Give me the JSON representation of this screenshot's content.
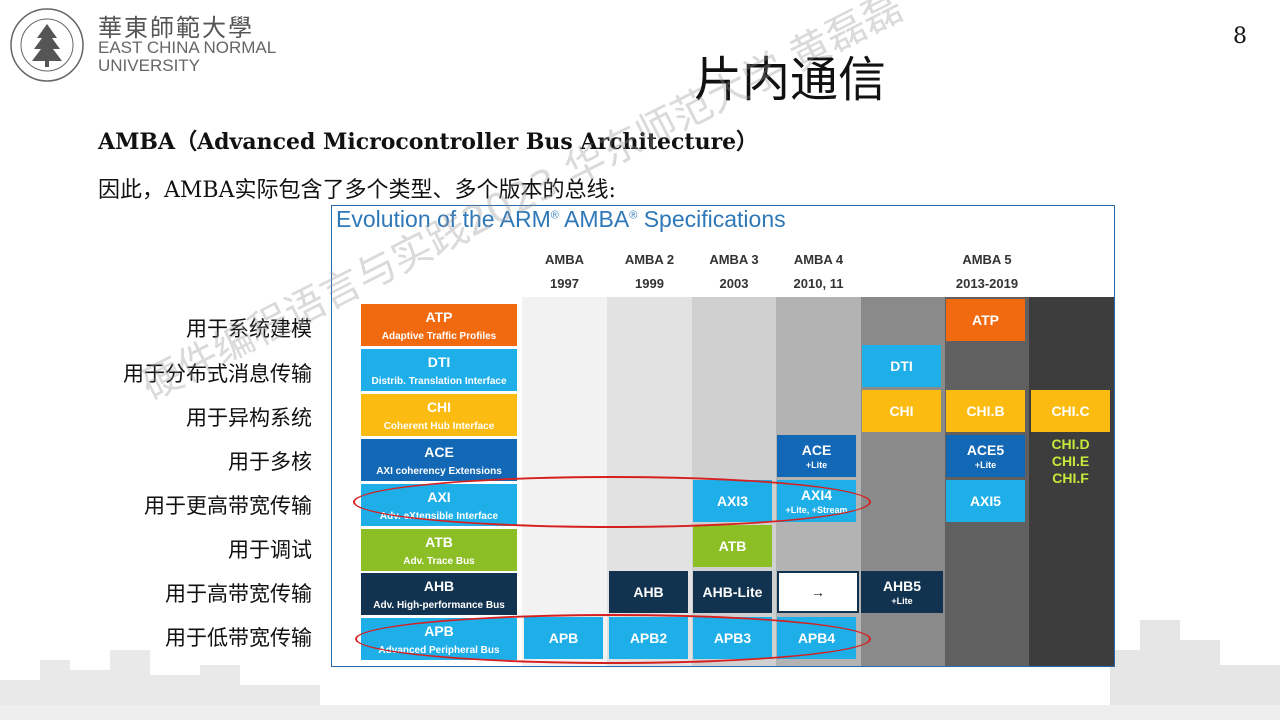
{
  "header": {
    "logo_cn": "華東師範大學",
    "logo_en_line1": "EAST CHINA NORMAL",
    "logo_en_line2": "UNIVERSITY",
    "page_number": "8"
  },
  "slide": {
    "title": "片内通信",
    "subtitle": "AMBA（Advanced Microcontroller Bus Architecture）",
    "intro": "因此，AMBA实际包含了多个类型、多个版本的总线:",
    "left_labels": [
      "用于系统建模",
      "用于分布式消息传输",
      "用于异构系统",
      "用于多核",
      "用于更高带宽传输",
      "用于调试",
      "用于高带宽传输",
      "用于低带宽传输"
    ],
    "watermark": "硬件编程语言与实践2023 华东师范大学 黄磊磊"
  },
  "figure": {
    "title_part1": "Evolution of the ARM",
    "title_reg1": "®",
    "title_part2": " AMBA",
    "title_reg2": "®",
    "title_part3": " Specifications",
    "columns": [
      {
        "name": "AMBA",
        "year": "1997"
      },
      {
        "name": "AMBA 2",
        "year": "1999"
      },
      {
        "name": "AMBA 3",
        "year": "2003"
      },
      {
        "name": "AMBA 4",
        "year": "2010, 11"
      },
      {
        "name": "",
        "year": ""
      },
      {
        "name": "AMBA 5",
        "year": "2013-2019"
      }
    ],
    "rows": [
      {
        "main": "ATP",
        "sub": "Adaptive Traffic Profiles"
      },
      {
        "main": "DTI",
        "sub": "Distrib. Translation Interface"
      },
      {
        "main": "CHI",
        "sub": "Coherent Hub Interface"
      },
      {
        "main": "ACE",
        "sub": "AXI coherency Extensions"
      },
      {
        "main": "AXI",
        "sub": "Adv. eXtensible Interface"
      },
      {
        "main": "ATB",
        "sub": "Adv. Trace Bus"
      },
      {
        "main": "AHB",
        "sub": "Adv. High-performance Bus"
      },
      {
        "main": "APB",
        "sub": "Advanced Peripheral Bus"
      }
    ],
    "cells": {
      "atp5": "ATP",
      "dti45": "DTI",
      "chi45": "CHI",
      "chib": "CHI.B",
      "chic": "CHI.C",
      "chi_more": [
        "CHI.D",
        "CHI.E",
        "CHI.F"
      ],
      "ace4": "ACE",
      "ace4_sub": "+Lite",
      "ace5": "ACE5",
      "ace5_sub": "+Lite",
      "axi3": "AXI3",
      "axi4": "AXI4",
      "axi4_sub": "+Lite, +Stream",
      "axi5": "AXI5",
      "atb3": "ATB",
      "ahb2": "AHB",
      "ahblite": "AHB-Lite",
      "arrow": "→",
      "ahb5": "AHB5",
      "ahb5_sub": "+Lite",
      "apb": "APB",
      "apb2": "APB2",
      "apb3": "APB3",
      "apb4": "APB4"
    },
    "colors": {
      "orange": "#f26a10",
      "cyan": "#1eaee8",
      "yellow": "#fbbb10",
      "blue": "#1368b6",
      "green": "#8cbf25",
      "navy": "#12334f",
      "highlight_ellipse": "#d62020"
    }
  }
}
